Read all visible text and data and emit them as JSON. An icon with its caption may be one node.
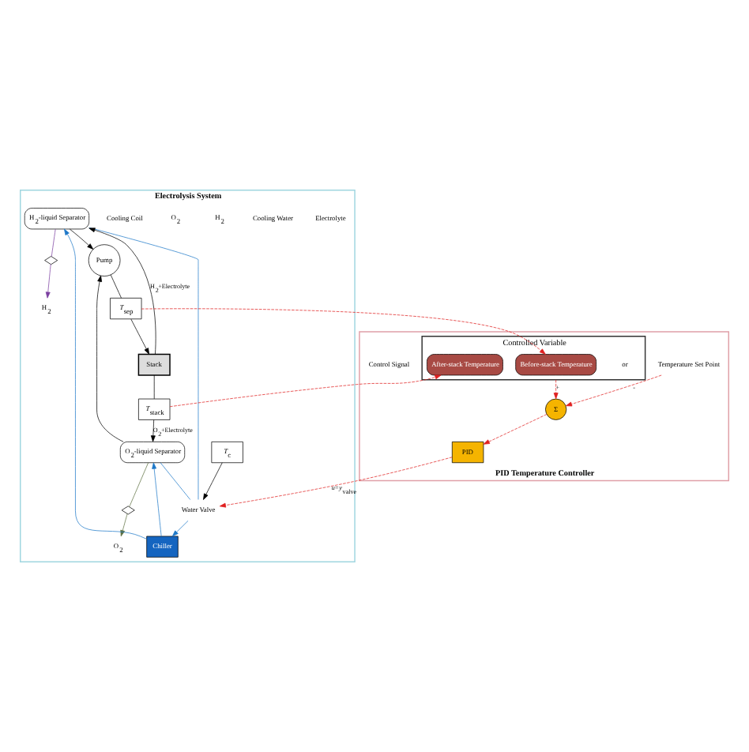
{
  "diagram": {
    "nodes": [
      {
        "text": [
          "Electrolysis System"
        ]
      },
      {
        "text": [
          "PID Temperature Controller"
        ]
      },
      {
        "text": [
          "H$_{2}$-liquid Separator"
        ],
        "in": 0
      },
      {
        "text": [
          "O$_{2}$-liquid Separator"
        ],
        "in": 0
      },
      {
        "text": [
          "H$_{2}$"
        ],
        "in": 0
      },
      {
        "text": [
          "O$_{2}$"
        ],
        "in": 0
      },
      {
        "text": [],
        "shape": "valve",
        "in": 0
      },
      {
        "text": [],
        "shape": "valve",
        "in": 0
      },
      {
        "text": [
          "Pump"
        ],
        "in": 0
      },
      {
        "text": [
          "Stack"
        ],
        "in": 0
      },
      {
        "text": [
          "*T*$_{sep}$"
        ],
        "in": 0
      },
      {
        "text": [
          "*T*$_{stack}$"
        ],
        "in": 0
      },
      {
        "text": [
          "*T*$_{c}$"
        ],
        "in": 0
      },
      {
        "text": [
          "Water Valve"
        ],
        "in": 0
      },
      {
        "text": [
          "Chiller"
        ],
        "in": 0
      },
      {
        "text": [
          "Controlled Variable",
          "or"
        ],
        "in": 1
      },
      {
        "text": [
          "Before-stack Temperature"
        ],
        "in": 15
      },
      {
        "text": [
          "After-stack Temperature"
        ],
        "in": 15
      },
      {
        "text": [
          "Σ"
        ],
        "in": 1
      },
      {
        "text": [
          "PID"
        ],
        "in": 1
      },
      {
        "text": [
          "Temperature Set Point"
        ],
        "in": 1
      }
    ],
    "edges": [
      {
        "from": 2,
        "to": 6,
        "arrow": "none",
        "color": "#7b3fa0"
      },
      {
        "from": 6,
        "to": 4,
        "arrow": "to",
        "color": "#7b3fa0"
      },
      {
        "from": 3,
        "to": 7,
        "arrow": "none",
        "color": "#5d7040"
      },
      {
        "from": 7,
        "to": 5,
        "arrow": "to",
        "color": "#5d7040"
      },
      {
        "from": 9,
        "to": 2,
        "arrow": "to",
        "label": "H$_{2}$+Electrolyte"
      },
      {
        "from": 9,
        "to": 11,
        "arrow": "none"
      },
      {
        "from": 11,
        "to": 3,
        "arrow": "to",
        "label": "O$_{2}$+Electrolyte"
      },
      {
        "from": 2,
        "to": 8,
        "arrow": "to"
      },
      {
        "from": 3,
        "to": 8,
        "arrow": "to"
      },
      {
        "from": 8,
        "to": 10,
        "arrow": "none"
      },
      {
        "from": 10,
        "to": 9,
        "arrow": "to"
      },
      {
        "from": 14,
        "to": 2,
        "arrow": "to",
        "color": "#1e78c8"
      },
      {
        "from": 14,
        "to": 3,
        "arrow": "to",
        "color": "#1e78c8"
      },
      {
        "from": 2,
        "to": 13,
        "arrow": "none",
        "color": "#1e78c8"
      },
      {
        "from": 3,
        "to": 13,
        "arrow": "none",
        "color": "#1e78c8"
      },
      {
        "from": 13,
        "to": 14,
        "arrow": "to",
        "color": "#1e78c8"
      },
      {
        "from": 12,
        "to": 13,
        "arrow": "to"
      },
      {
        "from": 10,
        "to": 16,
        "arrow": "to",
        "style": "dashed",
        "color": "#e02020"
      },
      {
        "from": 11,
        "to": 17,
        "arrow": "to",
        "style": "dashed",
        "color": "#e02020"
      },
      {
        "from": 15,
        "to": 18,
        "arrow": "to",
        "label": "+",
        "style": "dashed",
        "color": "#e02020"
      },
      {
        "from": 20,
        "to": 18,
        "arrow": "to",
        "label": "-",
        "style": "dashed",
        "color": "#e02020"
      },
      {
        "from": 18,
        "to": 19,
        "arrow": "to",
        "style": "dashed",
        "color": "#e02020"
      },
      {
        "from": 19,
        "to": 13,
        "arrow": "to",
        "label": "*u*=*y*$_{valve}$",
        "style": "dashed",
        "color": "#e02020"
      }
    ],
    "labels": [
      "Cooling Coil"
    ],
    "legend": [
      {
        "text": "Electrolyte"
      },
      {
        "text": "Cooling Water"
      },
      {
        "text": "H$_{2}$"
      },
      {
        "text": "O$_{2}$"
      },
      {
        "text": "Control Signal"
      }
    ]
  }
}
